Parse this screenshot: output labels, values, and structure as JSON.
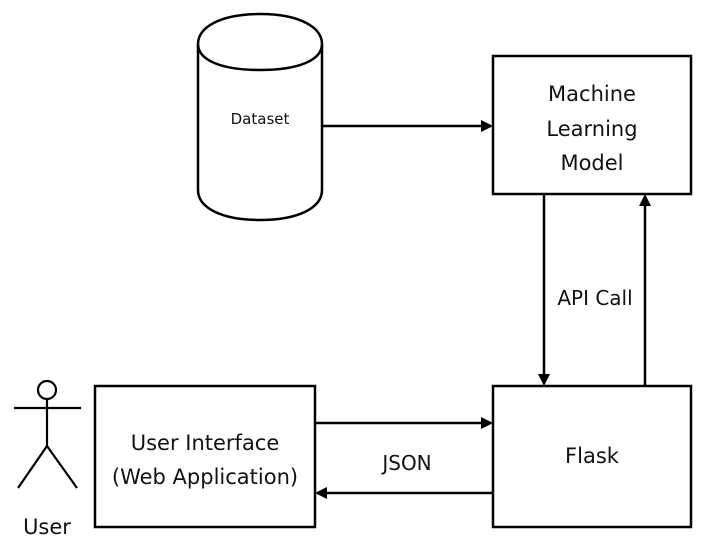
{
  "diagram": {
    "nodes": {
      "dataset": {
        "label": "Dataset",
        "shape": "cylinder"
      },
      "ml_model": {
        "lines": [
          "Machine",
          "Learning",
          "Model"
        ],
        "shape": "box"
      },
      "flask": {
        "label": "Flask",
        "shape": "box"
      },
      "ui": {
        "lines": [
          "User Interface",
          "(Web Application)"
        ],
        "shape": "box"
      },
      "user": {
        "label": "User",
        "shape": "stick-figure"
      }
    },
    "edges": [
      {
        "from": "dataset",
        "to": "ml_model",
        "label": ""
      },
      {
        "from": "ml_model",
        "to": "flask",
        "label": ""
      },
      {
        "from": "flask",
        "to": "ml_model",
        "label": ""
      },
      {
        "from": "ui",
        "to": "flask",
        "label": ""
      },
      {
        "from": "flask",
        "to": "ui",
        "label": ""
      }
    ],
    "edge_labels": {
      "api_call": "API Call",
      "json": "JSON"
    },
    "colors": {
      "stroke": "#000000",
      "fill": "#ffffff",
      "text": "#111111"
    }
  }
}
